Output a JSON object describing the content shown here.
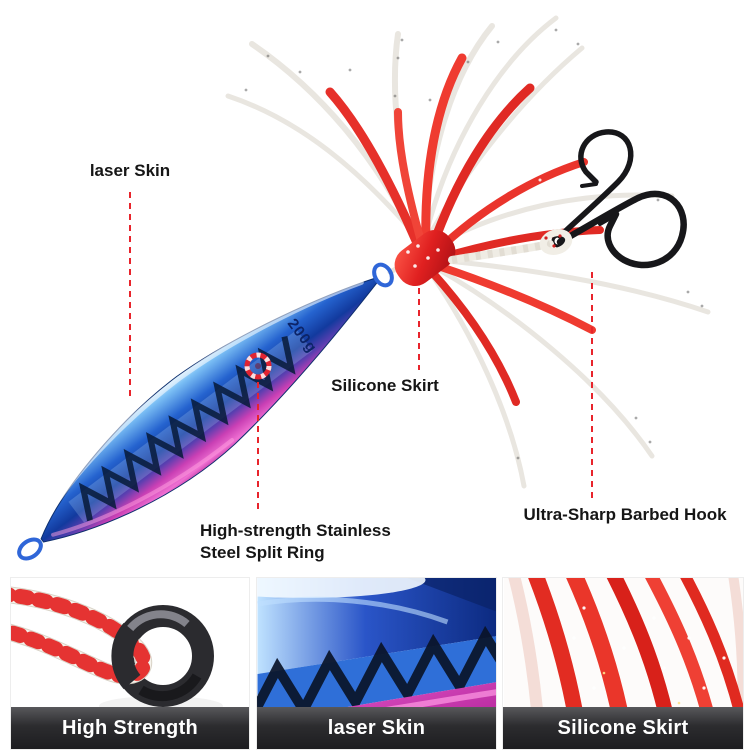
{
  "scene": {
    "lure": {
      "weight_label": "200g"
    },
    "annotations": {
      "laser_skin": "laser Skin",
      "silicone_skirt": "Silicone Skirt",
      "split_ring_line1": "High-strength Stainless",
      "split_ring_line2": "Steel Split Ring",
      "barbed_hook": "Ultra-Sharp Barbed Hook"
    }
  },
  "panels": [
    {
      "caption": "High Strength"
    },
    {
      "caption": "laser Skin"
    },
    {
      "caption": "Silicone Skirt"
    }
  ],
  "colors": {
    "annotation_line": "#e8242c",
    "lure_blue": "#1d4fae",
    "lure_pink": "#c93fb4",
    "skirt_red": "#e6302a",
    "hook_black": "#17171a",
    "caption_bar": "#2c2c2f",
    "caption_text": "#ffffff"
  }
}
